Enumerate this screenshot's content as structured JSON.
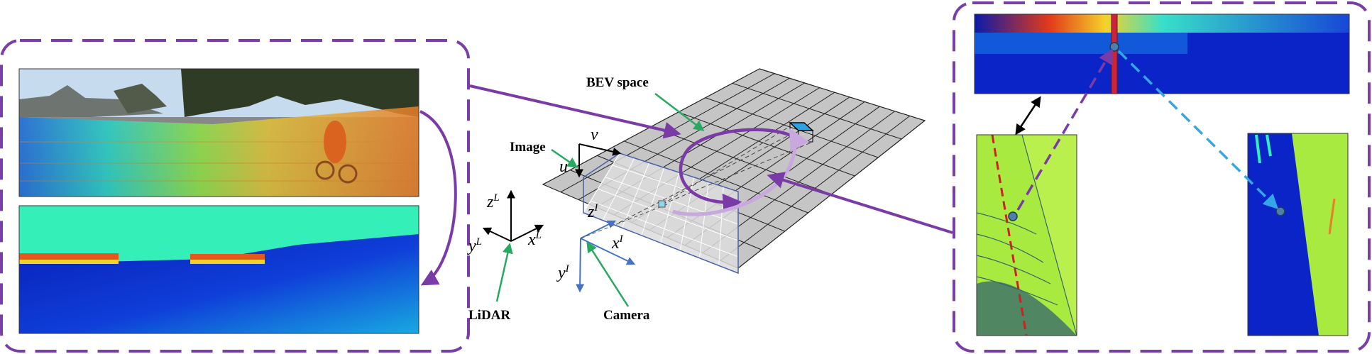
{
  "labels": {
    "bev_space": "BEV space",
    "image": "Image",
    "lidar": "LiDAR",
    "camera": "Camera"
  },
  "lidar_axes": {
    "z": "z",
    "y": "y",
    "x": "x",
    "superscript": "L"
  },
  "camera_axes": {
    "z": "z",
    "x": "x",
    "y": "y",
    "superscript": "I"
  },
  "image_axes": {
    "u": "u",
    "v": "v"
  },
  "colors": {
    "panel_border": "#7a3ea8",
    "link_arrow": "#7b3ba6",
    "pointer_arrow": "#27a95f",
    "bev_cell": "#c2c2c2",
    "bev_highlight": "#2ba3e0",
    "image_plane": "#dcdcdc",
    "camera_axis": "#4472c4",
    "red_line": "#cc2222",
    "cyan_arrow": "#35a6e6"
  },
  "grid": {
    "rows": 8,
    "cols": 11,
    "image_rows": 5,
    "image_cols": 8
  }
}
